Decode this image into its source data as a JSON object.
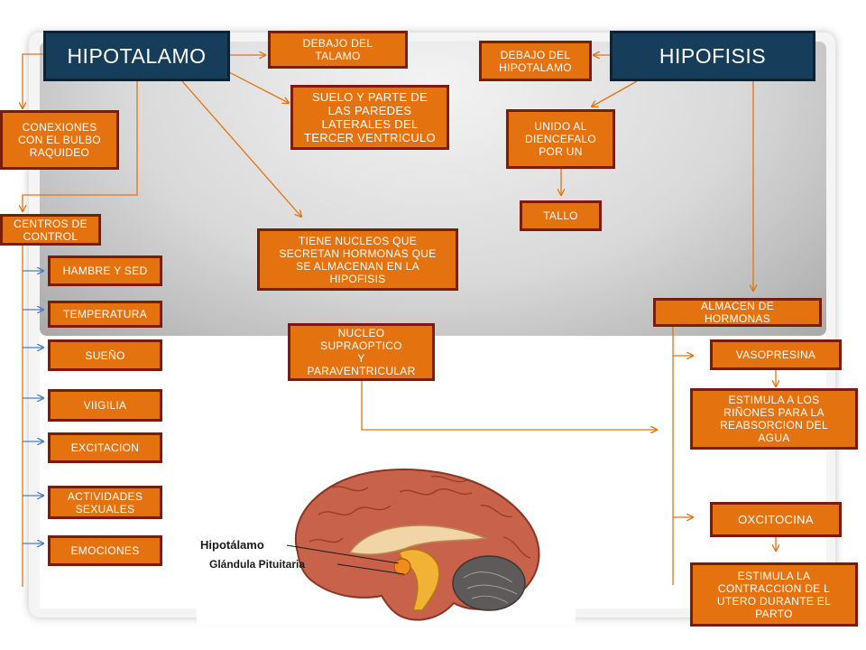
{
  "titles": {
    "hipotalamo": "HIPOTALAMO",
    "hipofisis": "HIPOFISIS"
  },
  "hipotalamo": {
    "debajo_talamo": "DEBAJO  DEL\nTALAMO",
    "suelo_paredes": "SUELO Y PARTE DE\nLAS PAREDES\nLATERALES DEL\nTERCER VENTRICULO",
    "conexiones": "CONEXIONES\nCON EL BULBO\nRAQUIDEO",
    "tiene_nucleos": "TIENE NUCLEOS  QUE\nSECRETAN HORMONAS  QUE\nSE ALMACENAN  EN LA\nHIPOFISIS",
    "nucleo": "NUCLEO\nSUPRAOPTICO\n         Y\nPARAVENTRICULAR",
    "centros_title": "CENTROS  DE\nCONTROL",
    "centros": [
      "HAMBRE  Y SED",
      "TEMPERATURA",
      "SUEÑO",
      "VIIGILIA",
      "EXCITACION",
      "ACTIVIDADES\nSEXUALES",
      "EMOCIONES"
    ]
  },
  "hipofisis": {
    "debajo_hipotalamo": "DEBAJO  DEL\nHIPOTALAMO",
    "unido": "UNIDO  AL\nDIENCEFALO\nPOR UN",
    "tallo": "TALLO",
    "almacen": "ALMACEN  DE\nHORMONAS",
    "vasopresina": "VASOPRESINA",
    "estimula_rinones": "ESTIMULA  A LOS\nRIÑONES  PARA LA\nREABSORCION  DEL\nAGUA",
    "oxcitocina": "OXCITOCINA",
    "estimula_utero": "ESTIMULA  LA\nCONTRACCION  DE L\nUTERO DURANTE  EL\nPARTO"
  },
  "brain_image": {
    "label_hipotalamo": "Hipotálamo",
    "label_glandula": "Glándula Pituitaria"
  },
  "colors": {
    "box_fill": "#e4730f",
    "box_border": "#7b1c0a",
    "title_fill": "#163d5a",
    "arrow_orange": "#e4730f",
    "arrow_blue": "#4a7fc1"
  }
}
